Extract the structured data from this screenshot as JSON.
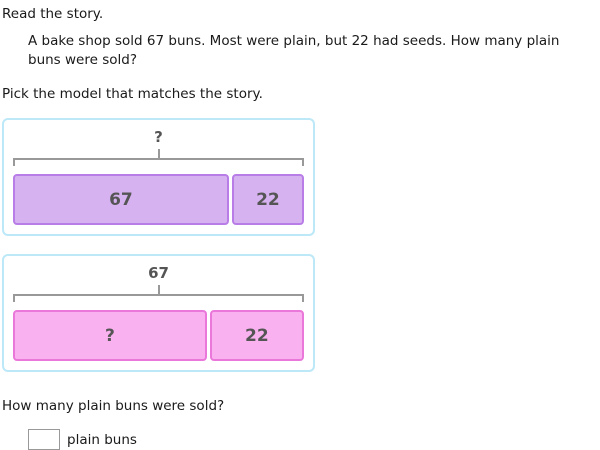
{
  "page": {
    "instruction1": "Read the story.",
    "story": "A bake shop sold 67 buns. Most were plain, but 22 had seeds. How many plain buns were sold?",
    "instruction2": "Pick the model that matches the story.",
    "question": "How many plain buns were sold?",
    "answer_input": {
      "value": "",
      "unit_label": "plain buns"
    }
  },
  "models": [
    {
      "name": "model-option-1",
      "total_label": "?",
      "bars": [
        {
          "label": "67",
          "width_pct": 74.2
        },
        {
          "label": "22",
          "width_pct": 24.8
        }
      ],
      "fill_color": "#d7b2f0",
      "border_color": "#b87de6"
    },
    {
      "name": "model-option-2",
      "total_label": "67",
      "bars": [
        {
          "label": "?",
          "width_pct": 66.6
        },
        {
          "label": "22",
          "width_pct": 32.4
        }
      ],
      "fill_color": "#fab1f0",
      "border_color": "#ea78da"
    }
  ],
  "colors": {
    "model_box_border": "#bce8f8",
    "bracket": "#999999",
    "bar_label": "#555555",
    "text": "#1a1a1a"
  }
}
